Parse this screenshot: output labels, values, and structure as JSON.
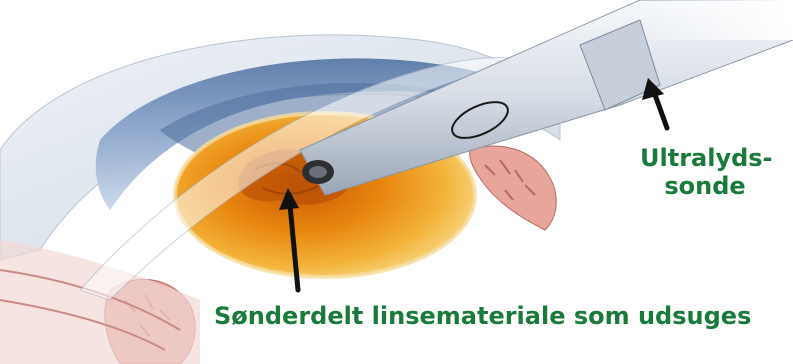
{
  "labels": {
    "probe_line1": "Ultralyds-",
    "probe_line2": "sonde",
    "lens_material": "Sønderdelt linsemateriale som udsuges"
  },
  "colors": {
    "label_text": "#1a7a3c",
    "arrow": "#111111",
    "lens_core": "#e07a10",
    "lens_edge": "#f2c04a",
    "iris_blue": "#6f8fb8",
    "probe_metal": "#dfe4ea",
    "tissue_pink": "#d88a80"
  },
  "icons": [
    "arrow-up-icon",
    "arrow-up-icon"
  ]
}
